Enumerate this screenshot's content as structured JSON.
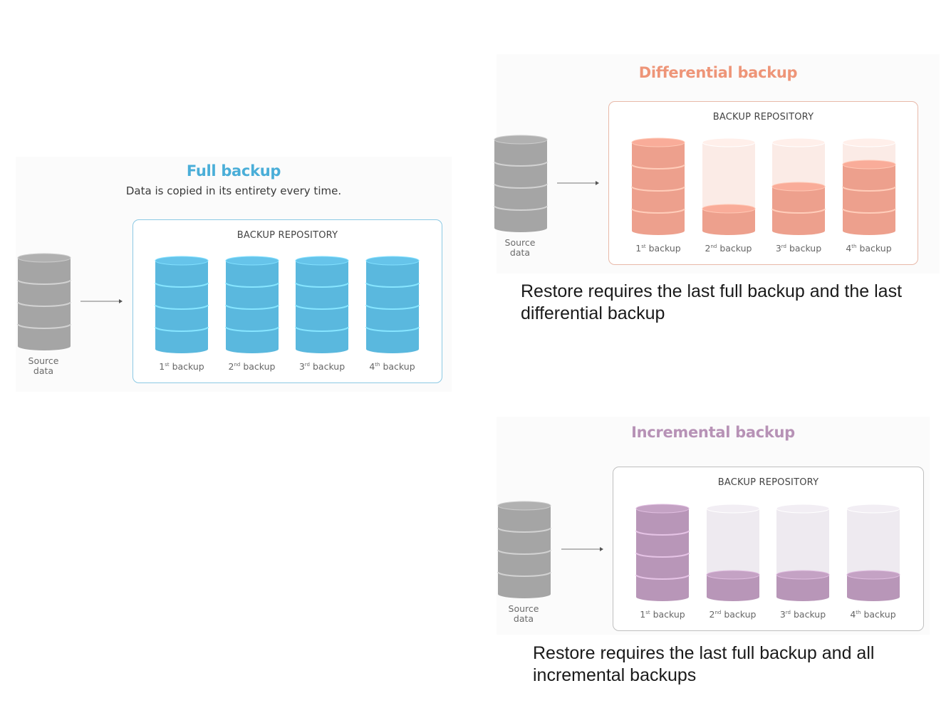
{
  "full": {
    "title": "Full backup",
    "subtitle": "Data is copied in its entirety every time.",
    "repository_label": "BACKUP REPOSITORY",
    "source_label": [
      "Source",
      "data"
    ],
    "fill_color": "#5ab8de",
    "empty_color": "#e6f2f8",
    "border_color": "#8cc9e4",
    "title_color": "#4aaed8",
    "backups": [
      {
        "num": "1",
        "sup": "st",
        "text": " backup",
        "fill": 1.0
      },
      {
        "num": "2",
        "sup": "nd",
        "text": " backup",
        "fill": 1.0
      },
      {
        "num": "3",
        "sup": "rd",
        "text": " backup",
        "fill": 1.0
      },
      {
        "num": "4",
        "sup": "th",
        "text": " backup",
        "fill": 1.0
      }
    ]
  },
  "differential": {
    "title": "Differential backup",
    "repository_label": "BACKUP REPOSITORY",
    "source_label": [
      "Source",
      "data"
    ],
    "fill_color": "#eda08d",
    "empty_color": "#fbebe6",
    "border_color": "#e8b9a9",
    "title_color": "#ee9578",
    "caption": "Restore requires the last full backup and the last differential backup",
    "backups": [
      {
        "num": "1",
        "sup": "st",
        "text": " backup",
        "fill": 1.0
      },
      {
        "num": "2",
        "sup": "nd",
        "text": " backup",
        "fill": 0.25
      },
      {
        "num": "3",
        "sup": "rd",
        "text": " backup",
        "fill": 0.5
      },
      {
        "num": "4",
        "sup": "th",
        "text": " backup",
        "fill": 0.75
      }
    ]
  },
  "incremental": {
    "title": "Incremental backup",
    "repository_label": "BACKUP REPOSITORY",
    "source_label": [
      "Source",
      "data"
    ],
    "fill_color": "#b896b8",
    "empty_color": "#eeeaf0",
    "border_color": "#bfbfbf",
    "title_color": "#b792b6",
    "caption": "Restore requires the last full backup and all incremental backups",
    "backups": [
      {
        "num": "1",
        "sup": "st",
        "text": " backup",
        "fill": 1.0
      },
      {
        "num": "2",
        "sup": "nd",
        "text": " backup",
        "fill": 0.25
      },
      {
        "num": "3",
        "sup": "rd",
        "text": " backup",
        "fill": 0.25
      },
      {
        "num": "4",
        "sup": "th",
        "text": " backup",
        "fill": 0.25
      }
    ]
  },
  "source_color": "#a5a5a5"
}
